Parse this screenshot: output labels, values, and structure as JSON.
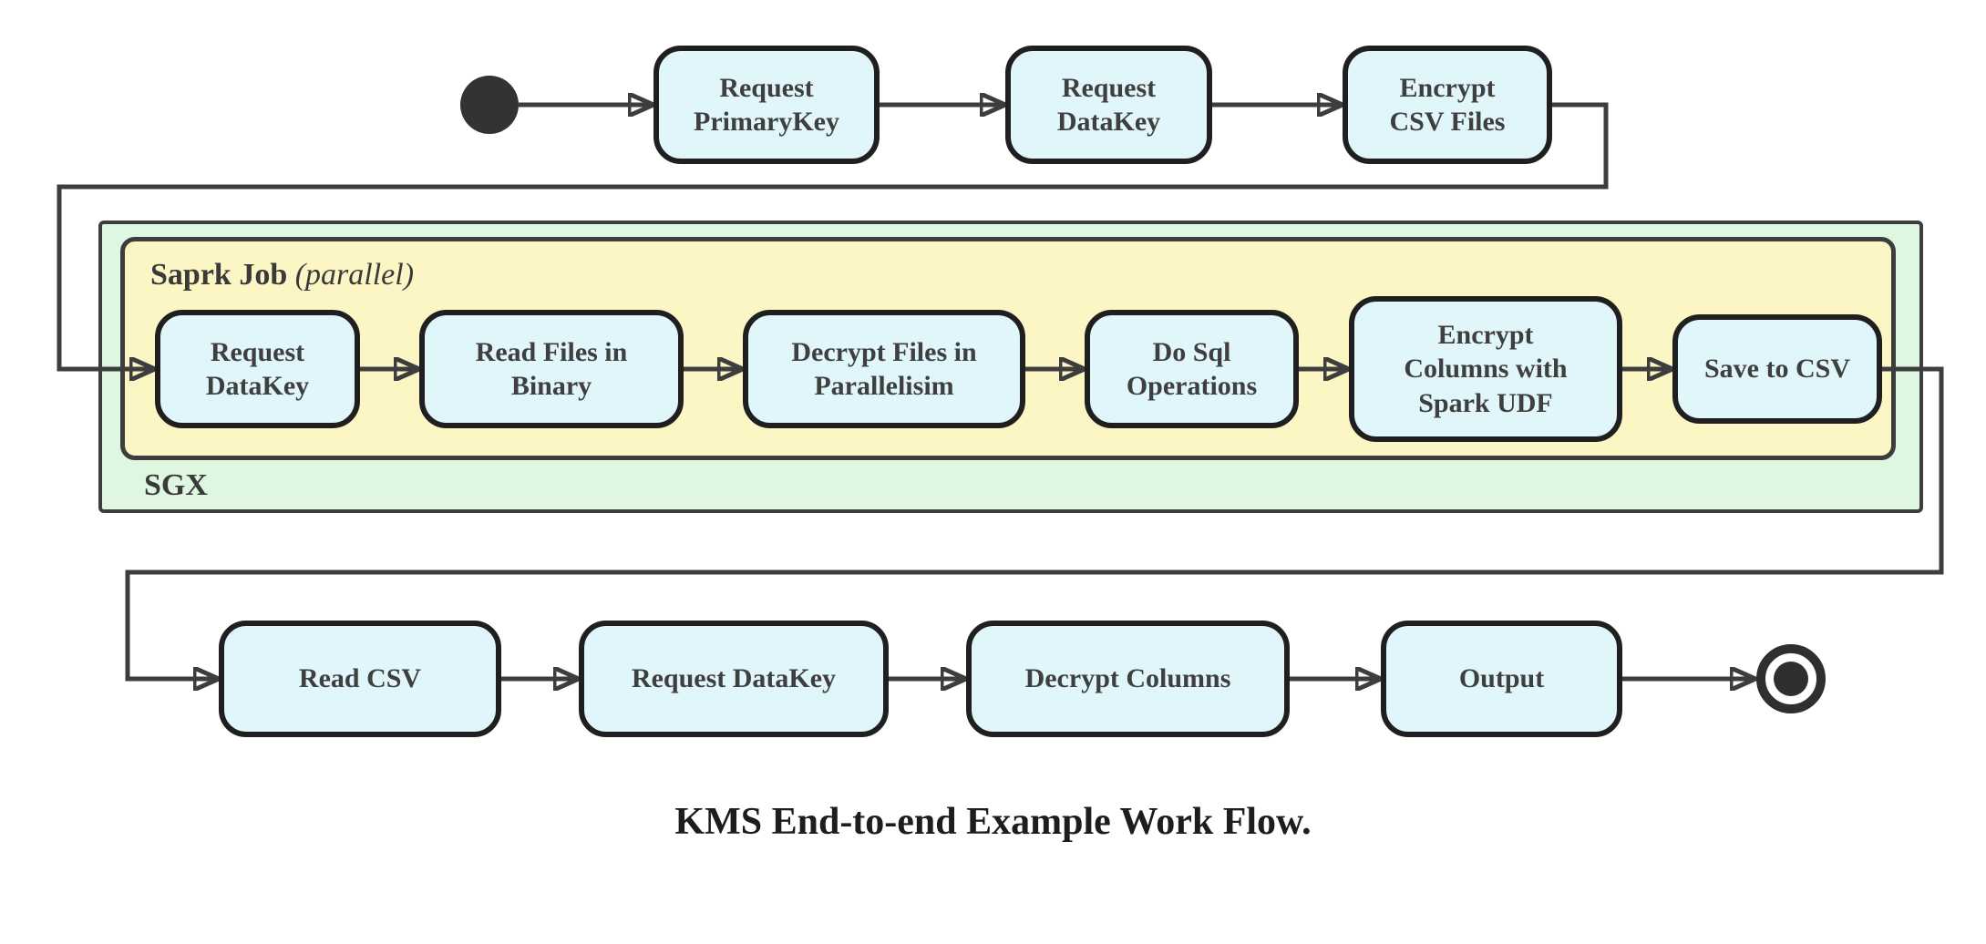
{
  "caption": "KMS End-to-end Example Work Flow.",
  "colors": {
    "node_fill": "#e0f6fa",
    "node_border": "#1f1f1f",
    "spark_cluster_fill": "#fcf6c5",
    "sgx_cluster_fill": "#dff6e0",
    "cluster_border": "#3d3d3d",
    "connector": "#3d3d3d",
    "text": "#3f3f3f"
  },
  "icons": {
    "start": "filled-circle",
    "end": "ring-with-dot"
  },
  "clusters": {
    "spark": {
      "label_bold": "Saprk Job",
      "label_italic": "(parallel)"
    },
    "sgx": {
      "label": "SGX"
    }
  },
  "nodes": {
    "top": [
      {
        "label": "Request\nPrimaryKey"
      },
      {
        "label": "Request\nDataKey"
      },
      {
        "label": "Encrypt\nCSV Files"
      }
    ],
    "spark": [
      {
        "label": "Request\nDataKey"
      },
      {
        "label": "Read Files in\nBinary"
      },
      {
        "label": "Decrypt Files in\nParallelisim"
      },
      {
        "label": "Do Sql\nOperations"
      },
      {
        "label": "Encrypt\nColumns with\nSpark UDF"
      },
      {
        "label": "Save to CSV"
      }
    ],
    "bottom": [
      {
        "label": "Read CSV"
      },
      {
        "label": "Request DataKey"
      },
      {
        "label": "Decrypt Columns"
      },
      {
        "label": "Output"
      }
    ]
  }
}
